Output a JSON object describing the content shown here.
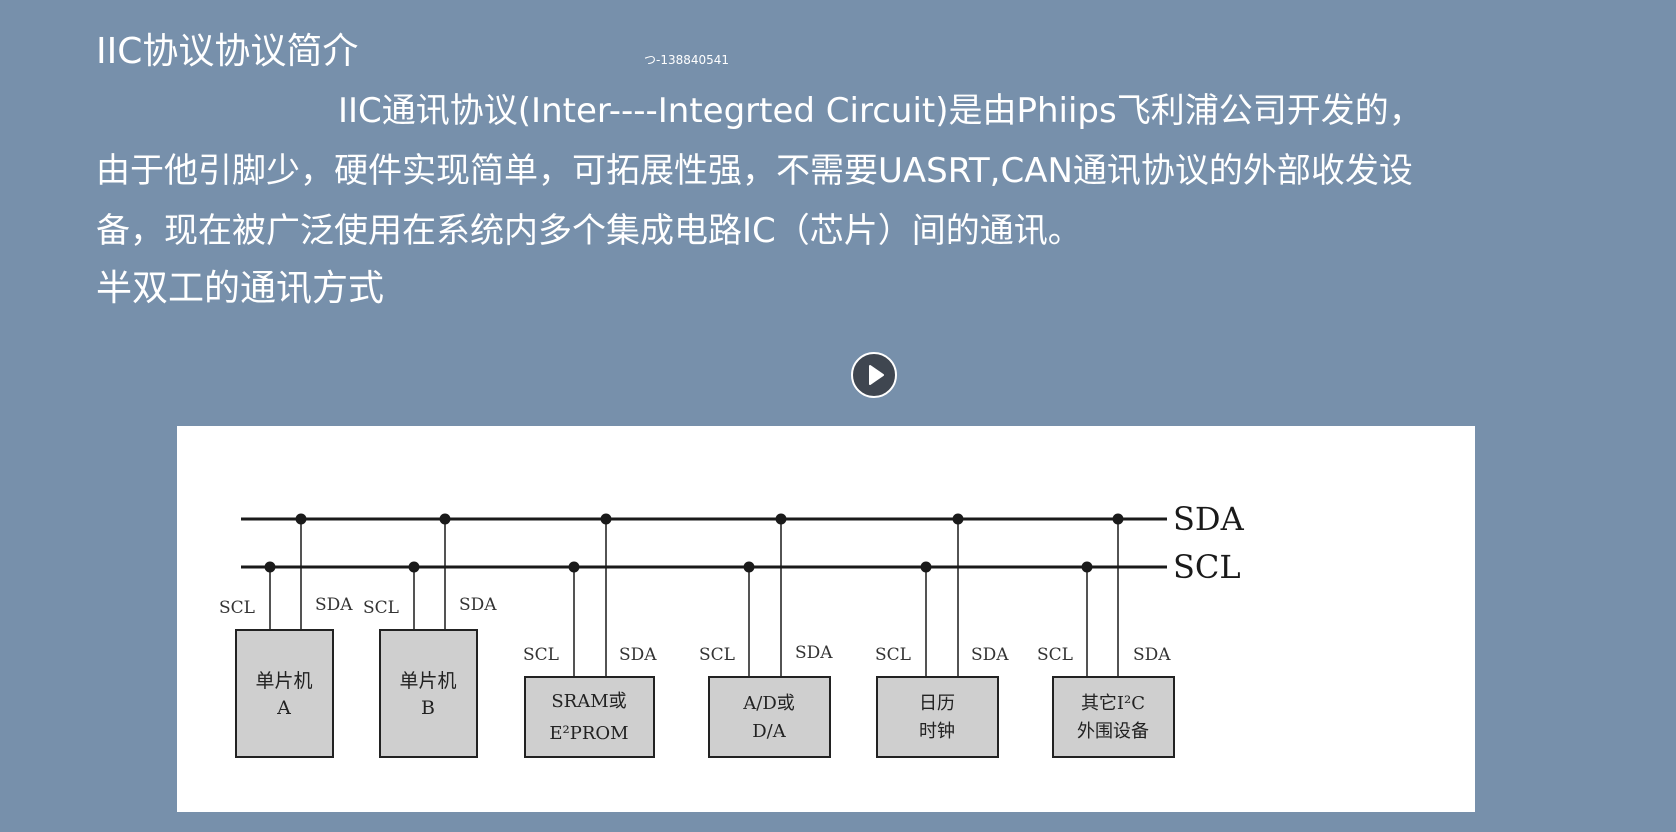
{
  "slide": {
    "title": "IIC协议协议简介",
    "watermark": "つ-138840541",
    "paragraph_lines": [
      "IIC通讯协议(Inter----Integrted Circuit)是由Phiips飞利浦公司开发的，",
      "由于他引脚少，硬件实现简单，可拓展性强，不需要UASRT,CAN通讯协议的外部收发设",
      "备，现在被广泛使用在系统内多个集成电路IC（芯片）间的通讯。"
    ],
    "subheading": "半双工的通讯方式"
  },
  "video": {
    "control_icon": "play-icon"
  },
  "diagram": {
    "bus_labels": {
      "sda": "SDA",
      "scl": "SCL"
    },
    "pin_labels": {
      "scl": "SCL",
      "sda": "SDA"
    },
    "devices": [
      {
        "line1": "单片机",
        "line2": "A"
      },
      {
        "line1": "单片机",
        "line2": "B"
      },
      {
        "line1": "SRAM或",
        "line2": "E²PROM"
      },
      {
        "line1": "A/D或",
        "line2": "D/A"
      },
      {
        "line1": "日历",
        "line2": "时钟"
      },
      {
        "line1": "其它I²C",
        "line2": "外围设备"
      }
    ]
  }
}
